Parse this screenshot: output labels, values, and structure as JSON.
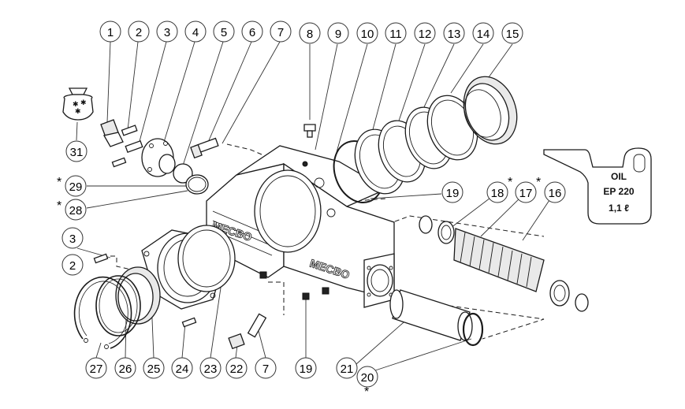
{
  "callouts": {
    "c1": "1",
    "c2": "2",
    "c3": "3",
    "c4": "4",
    "c5": "5",
    "c6": "6",
    "c7": "7",
    "c8": "8",
    "c9": "9",
    "c10": "10",
    "c11": "11",
    "c12": "12",
    "c13": "13",
    "c14": "14",
    "c15": "15",
    "c16": "16",
    "c17": "17",
    "c18": "18",
    "c19": "19",
    "c20": "20",
    "c21": "21",
    "c22": "22",
    "c23": "23",
    "c24": "24",
    "c25": "25",
    "c26": "26",
    "c27": "27",
    "c28": "28",
    "c29": "29",
    "c31": "31",
    "c2b": "2",
    "c3b": "3",
    "c7b": "7",
    "c19b": "19"
  },
  "markers": {
    "asterisk": "*"
  },
  "oil_label": {
    "line1": "OIL",
    "line2": "EP 220",
    "line3": "1,1 ℓ"
  },
  "housing_embossing": {
    "brand": "MECBO"
  }
}
